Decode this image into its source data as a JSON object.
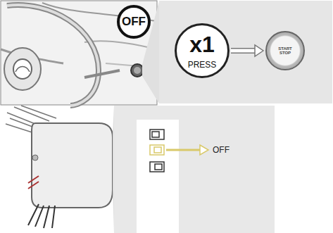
{
  "diagram": {
    "nodes": [
      {
        "text": [
          "OFF"
        ]
      },
      {
        "text": [
          "x1",
          "PRESS"
        ]
      },
      {
        "text": [
          "START STOP"
        ]
      }
    ],
    "edges": [
      {
        "from": 1,
        "to": 2,
        "arrow": "to"
      }
    ],
    "labels": [
      "OFF"
    ]
  }
}
